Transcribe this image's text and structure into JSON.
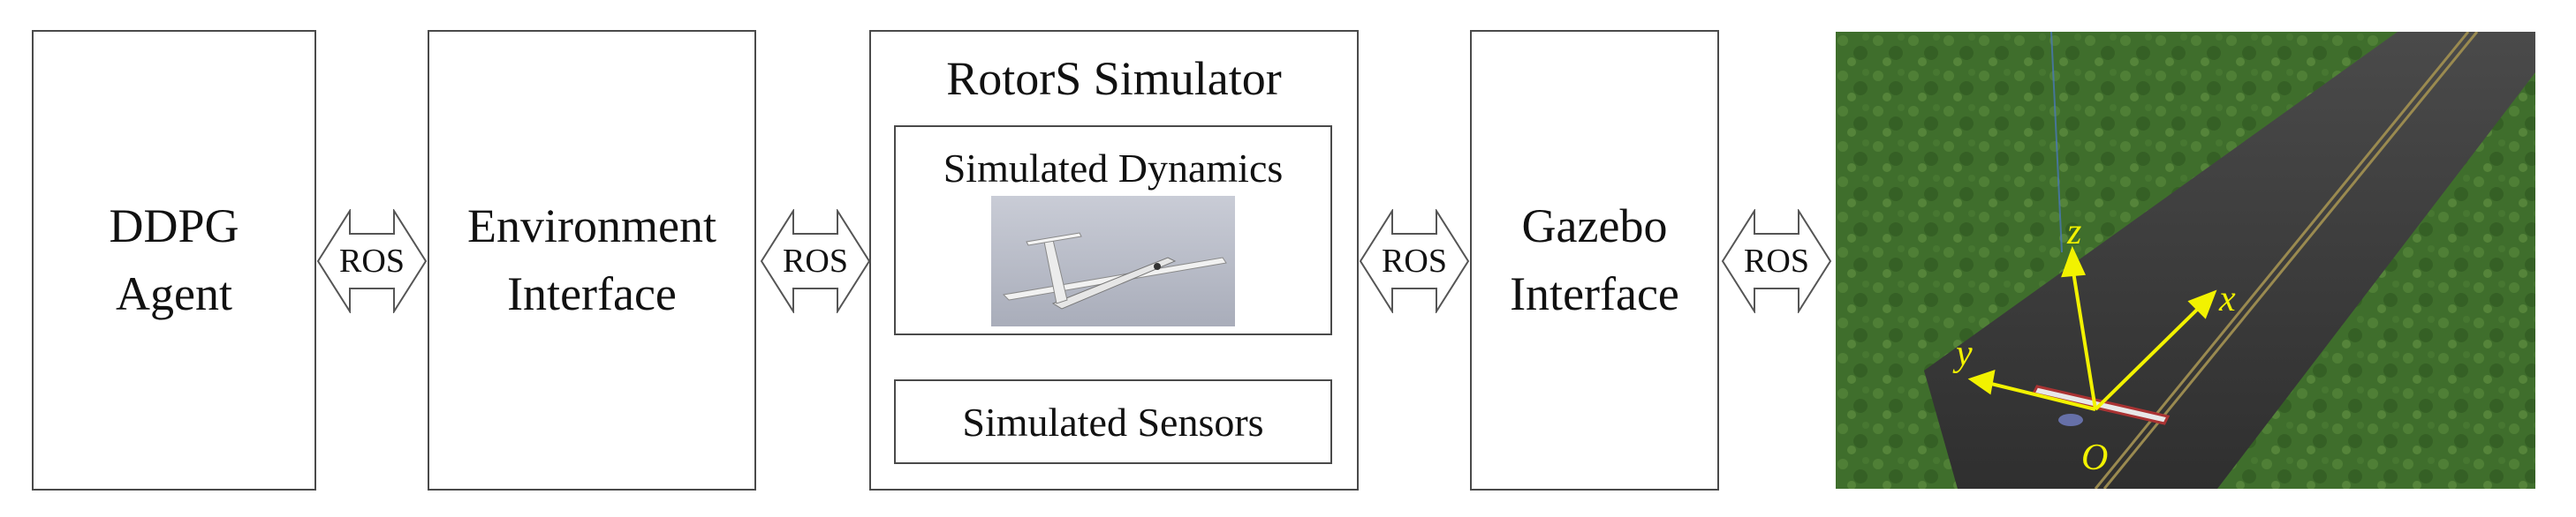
{
  "blocks": {
    "ddpg_line1": "DDPG",
    "ddpg_line2": "Agent",
    "env_line1": "Environment",
    "env_line2": "Interface",
    "rotors_title": "RotorS Simulator",
    "sim_dynamics": "Simulated Dynamics",
    "sim_sensors": "Simulated Sensors",
    "gazebo_line1": "Gazebo",
    "gazebo_line2": "Interface"
  },
  "connectors": {
    "ros_1": "ROS",
    "ros_2": "ROS",
    "ros_3": "ROS",
    "ros_4": "ROS"
  },
  "scene": {
    "axis_z": "z",
    "axis_x": "x",
    "axis_y": "y",
    "origin": "O"
  },
  "colors": {
    "axis": "#f2f200",
    "grass": "#3d6b2a",
    "runway": "#3c3c3c"
  }
}
